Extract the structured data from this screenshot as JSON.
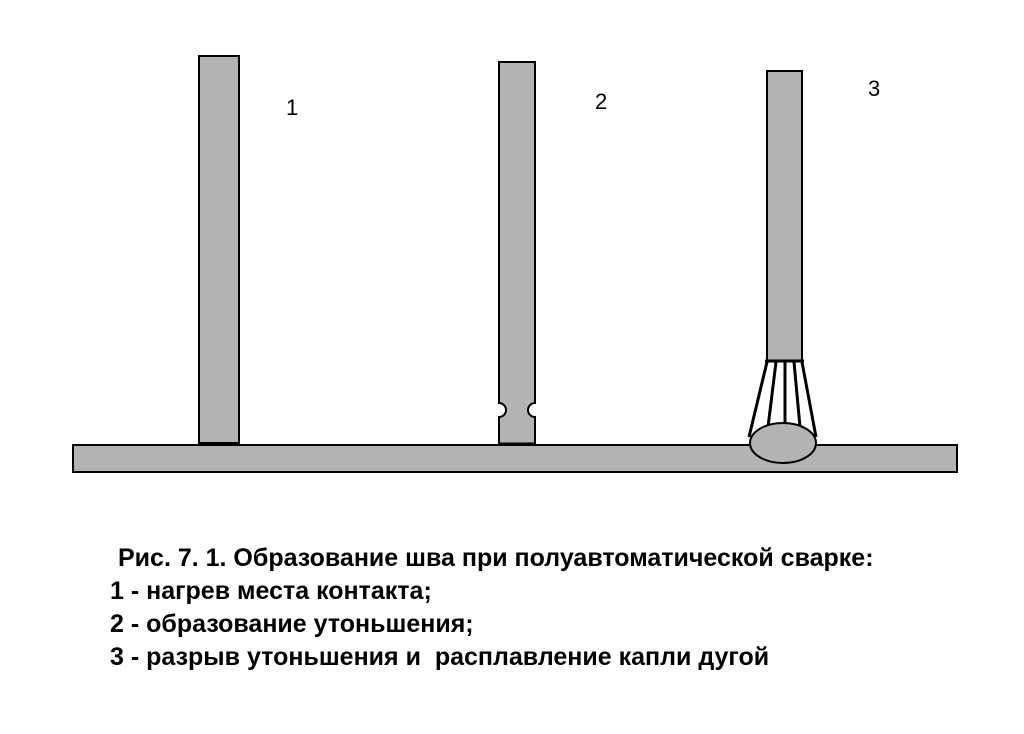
{
  "stages": [
    {
      "number": "1"
    },
    {
      "number": "2"
    },
    {
      "number": "3"
    }
  ],
  "caption": {
    "title": "Рис. 7. 1. Образование шва при полуавтоматической сварке:",
    "items": [
      "1 - нагрев места контакта;",
      "2 - образование утоньшения;",
      "3 - разрыв утоньшения и  расплавление капли дугой"
    ]
  },
  "colors": {
    "metal": "#b3b3b3",
    "outline": "#000000",
    "background": "#ffffff"
  }
}
